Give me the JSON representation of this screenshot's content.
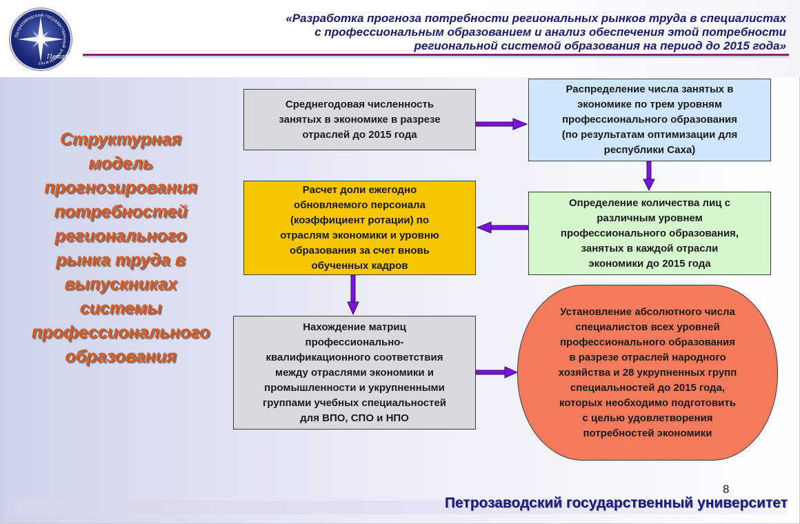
{
  "header": {
    "title_lines": [
      "«Разработка прогноза потребности региональных рынков труда в специалистах",
      "с профессиональным образованием и анализ обеспечения этой потребности",
      "региональной системой образования на период до 2015 года»"
    ],
    "logo_ring_text": "Петрозаводский государственный университет",
    "logo_text": "ПетрГУ"
  },
  "side_title": [
    "Структурная",
    "модель",
    "прогнозирования",
    "потребностей",
    "регионального",
    "рынка труда в",
    "выпускниках",
    "системы",
    "профессионального",
    "образования"
  ],
  "boxes": {
    "avg_employment": [
      "Среднегодовая численность",
      "занятых в экономике в разрезе",
      "отраслей до 2015 года"
    ],
    "distribution": [
      "Распределение числа занятых в",
      "экономике по трем уровням",
      "профессионального образования",
      "(по результатам оптимизации для",
      "республики Саха)"
    ],
    "rotation": [
      "Расчет доли ежегодно",
      "обновляемого персонала",
      "(коэффициент ротации) по",
      "отраслям экономики и уровню",
      "образования за счет вновь",
      "обученных кадров"
    ],
    "count": [
      "Определение количества лиц с",
      "различным уровнем",
      "профессионального образования,",
      "занятых в каждой отрасли",
      "экономики до 2015 года"
    ],
    "matrix": [
      "Нахождение матриц",
      "профессионально-",
      "квалификационного соответствия",
      "между отраслями экономики и",
      "промышленности и укрупненными",
      "группами учебных специальностей",
      "для ВПО, СПО и НПО"
    ],
    "final": [
      "Установление абсолютного числа",
      "специалистов всех уровней",
      "профессионального образования",
      "в разрезе отраслей народного",
      "хозяйства и 28 укрупненных групп",
      "специальностей до 2015 года,",
      "которых необходимо подготовить",
      "с целью удовлетворения",
      "потребностей экономики"
    ]
  },
  "colors": {
    "arrow": "#7a14d6",
    "side_title": "#d65a24",
    "footer_text": "#1a1a7a"
  },
  "page_number": "8",
  "footer": "Петрозаводский государственный университет"
}
